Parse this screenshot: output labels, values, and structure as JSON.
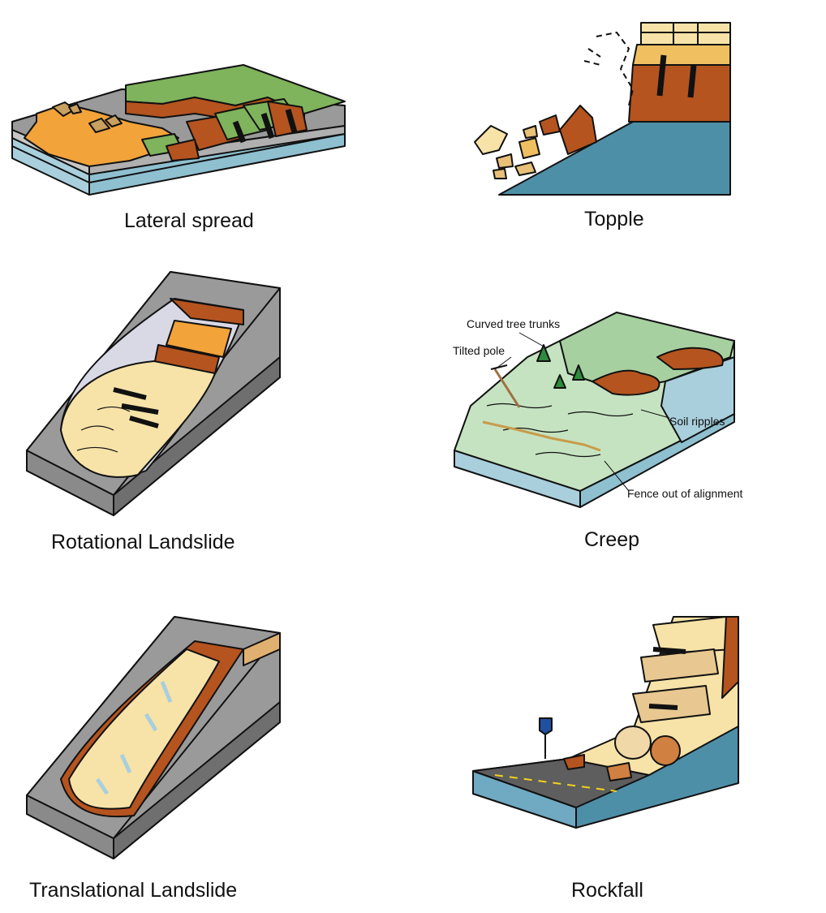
{
  "panels": [
    {
      "id": "lateral-spread",
      "caption": "Lateral spread"
    },
    {
      "id": "topple",
      "caption": "Topple"
    },
    {
      "id": "rotational-landslide",
      "caption": "Rotational Landslide"
    },
    {
      "id": "creep",
      "caption": "Creep",
      "annotations": {
        "curved_tree_trunks": "Curved tree trunks",
        "tilted_pole": "Tilted pole",
        "soil_ripples": "Soil ripples",
        "fence": "Fence out of alignment"
      }
    },
    {
      "id": "translational-landslide",
      "caption": "Translational Landslide"
    },
    {
      "id": "rockfall",
      "caption": "Rockfall"
    }
  ],
  "colors": {
    "grass": "#7fb35c",
    "sand": "#f7e3a8",
    "orange_soil": "#f2a33a",
    "brown_rock": "#b5541f",
    "water_blue": "#4e8fa8",
    "light_blue": "#a9cfdc",
    "slope_gray": "#9a9a9a",
    "creep_green": "#c5e3c1"
  }
}
